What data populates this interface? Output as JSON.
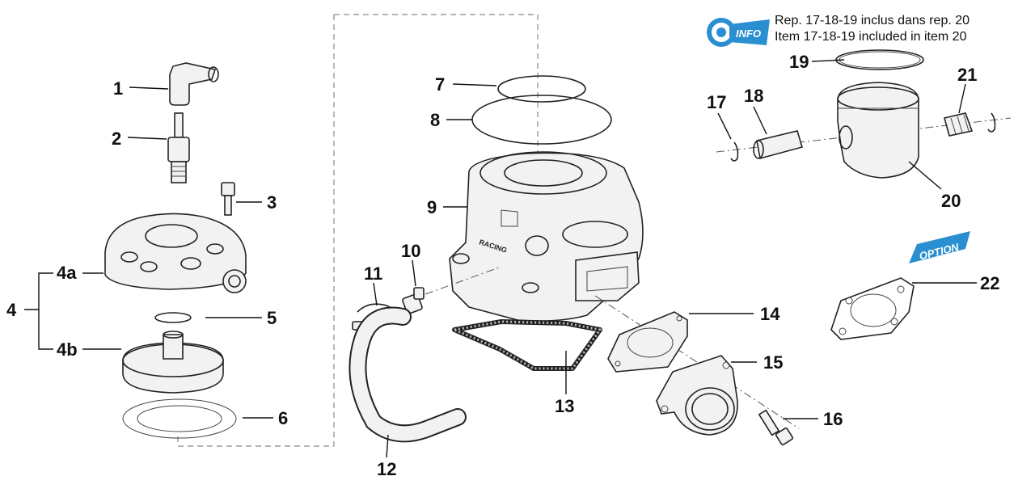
{
  "info": {
    "badge_text": "INFO",
    "note_fr": "Rep. 17-18-19 inclus dans rep. 20",
    "note_en": "Item 17-18-19 included in item 20",
    "badge_color": "#2a8fd0"
  },
  "option": {
    "badge_text": "OPTION",
    "badge_color": "#2a8fd0"
  },
  "labels": {
    "l1": "1",
    "l2": "2",
    "l3": "3",
    "l4": "4",
    "l4a": "4a",
    "l4b": "4b",
    "l5": "5",
    "l6": "6",
    "l7": "7",
    "l8": "8",
    "l9": "9",
    "l10": "10",
    "l11": "11",
    "l12": "12",
    "l13": "13",
    "l14": "14",
    "l15": "15",
    "l16": "16",
    "l17": "17",
    "l18": "18",
    "l19": "19",
    "l20": "20",
    "l21": "21",
    "l22": "22"
  }
}
